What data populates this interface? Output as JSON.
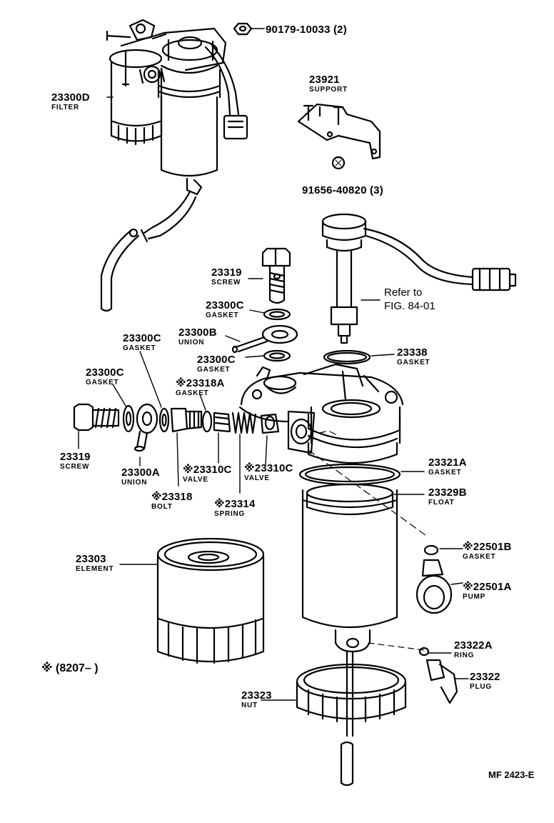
{
  "parts": [
    {
      "id": "p90179",
      "number": "90179-10033 (2)",
      "desc": ""
    },
    {
      "id": "p23921",
      "number": "23921",
      "desc": "SUPPORT"
    },
    {
      "id": "p91656",
      "number": "91656-40820 (3)",
      "desc": ""
    },
    {
      "id": "p23300D",
      "number": "23300D",
      "desc": "FILTER"
    },
    {
      "id": "p23319a",
      "number": "23319",
      "desc": "SCREW"
    },
    {
      "id": "p23300Ca",
      "number": "23300C",
      "desc": "GASKET"
    },
    {
      "id": "p23300B",
      "number": "23300B",
      "desc": "UNION"
    },
    {
      "id": "p23300Cb",
      "number": "23300C",
      "desc": "GASKET"
    },
    {
      "id": "p23300Cc",
      "number": "23300C",
      "desc": "GASKET"
    },
    {
      "id": "p23300Cd",
      "number": "23300C",
      "desc": "GASKET"
    },
    {
      "id": "p23318A",
      "number": "※23318A",
      "desc": "GASKET"
    },
    {
      "id": "p23338",
      "number": "23338",
      "desc": "GASKET"
    },
    {
      "id": "p23319b",
      "number": "23319",
      "desc": "SCREW"
    },
    {
      "id": "p23300A",
      "number": "23300A",
      "desc": "UNION"
    },
    {
      "id": "p23310Ca",
      "number": "※23310C",
      "desc": "VALVE"
    },
    {
      "id": "p23310Cb",
      "number": "※23310C",
      "desc": "VALVE"
    },
    {
      "id": "p23318",
      "number": "※23318",
      "desc": "BOLT"
    },
    {
      "id": "p23314",
      "number": "※23314",
      "desc": "SPRING"
    },
    {
      "id": "p23321A",
      "number": "23321A",
      "desc": "GASKET"
    },
    {
      "id": "p23329B",
      "number": "23329B",
      "desc": "FLOAT"
    },
    {
      "id": "p22501B",
      "number": "※22501B",
      "desc": "GASKET"
    },
    {
      "id": "p22501A",
      "number": "※22501A",
      "desc": "PUMP"
    },
    {
      "id": "p23303",
      "number": "23303",
      "desc": "ELEMENT"
    },
    {
      "id": "p23322A",
      "number": "23322A",
      "desc": "RING"
    },
    {
      "id": "p23322",
      "number": "23322",
      "desc": "PLUG"
    },
    {
      "id": "p23323",
      "number": "23323",
      "desc": "NUT"
    }
  ],
  "refer": {
    "line1": "Refer to",
    "line2": "FIG. 84-01"
  },
  "note": "※ (8207–     )",
  "figure_code": "MF 2423-E",
  "colors": {
    "ink": "#000000",
    "paper": "#ffffff"
  }
}
